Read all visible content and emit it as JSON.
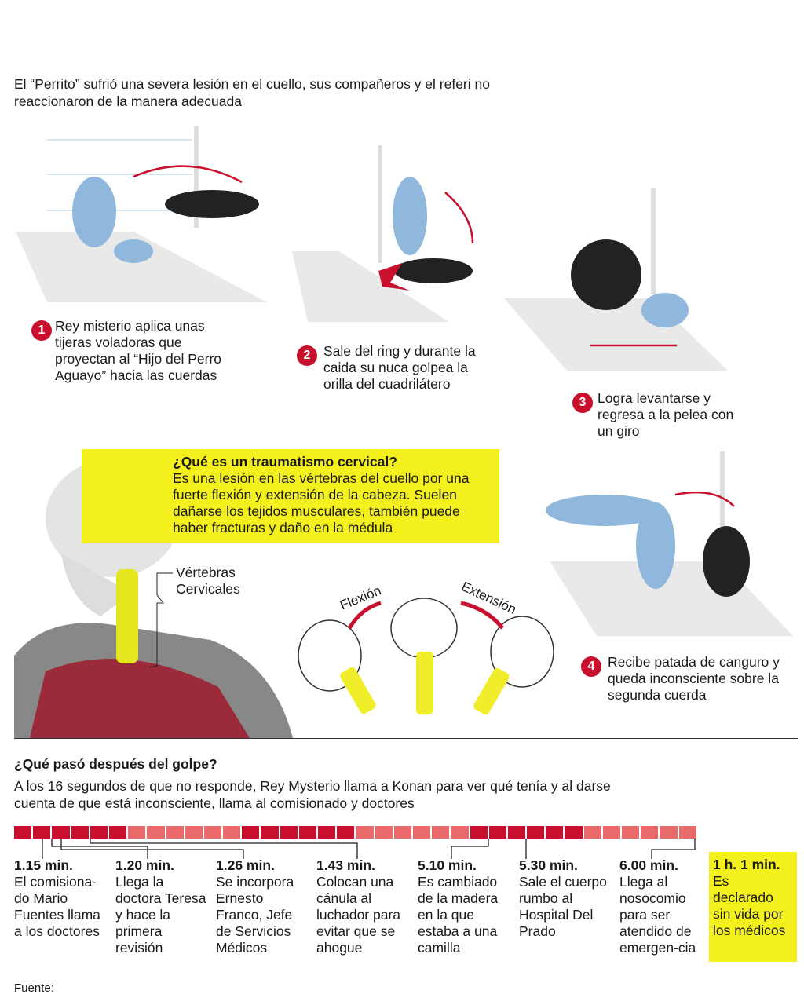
{
  "intro": "El “Perrito” sufrió una severa lesión en el cuello, sus compañeros y el referi no reaccionaron de la manera adecuada",
  "steps": [
    {
      "n": "1",
      "text": "Rey misterio aplica unas tijeras voladoras que proyectan al “Hijo del Perro Aguayo” hacia las cuerdas"
    },
    {
      "n": "2",
      "text": "Sale del ring y durante la caida su nuca golpea la orilla del cuadrilátero"
    },
    {
      "n": "3",
      "text": "Logra levantarse y regresa a la pelea con un giro"
    },
    {
      "n": "4",
      "text": "Recibe patada de canguro y queda inconsciente sobre la segunda cuerda"
    }
  ],
  "question": {
    "title": "¿Qué es un traumatismo cervical?",
    "body": "Es una lesión en las vértebras del cuello por una fuerte flexión y extensión de la cabeza. Suelen dañarse los tejidos musculares, también puede haber fracturas y daño en la médula"
  },
  "labels": {
    "vertebras": "Vértebras Cervicales",
    "flexion": "Flexión",
    "extension": "Extensión"
  },
  "after": {
    "title": "¿Qué pasó después del golpe?",
    "subtitle": "A los 16 segundos de que no responde, Rey Mysterio llama a Konan para ver qué tenía y al darse cuenta de que está inconsciente, llama al comisionado y doctores"
  },
  "timeline": [
    {
      "time": "1.15 min.",
      "text": "El comisiona-do Mario Fuentes llama a los doctores"
    },
    {
      "time": "1.20 min.",
      "text": "Llega la doctora Teresa y hace la primera revisión"
    },
    {
      "time": "1.26 min.",
      "text": "Se incorpora Ernesto Franco, Jefe de Servicios Médicos"
    },
    {
      "time": "1.43 min.",
      "text": "Colocan una cánula al luchador para evitar que se ahogue"
    },
    {
      "time": "5.10 min.",
      "text": "Es cambiado de la madera en la que estaba a una camilla"
    },
    {
      "time": "5.30 min.",
      "text": "Sale el cuerpo rumbo al Hospital Del Prado"
    },
    {
      "time": "6.00 min.",
      "text": "Llega al nosocomio para ser atendido de emergen-cia"
    },
    {
      "time": "1 h. 1 min.",
      "text": "Es declarado sin vida por los médicos"
    }
  ],
  "source": "Fuente:",
  "colors": {
    "dark": "#c8102e",
    "light": "#e86a6a",
    "yellow": "#f4f01e",
    "wrestler_blue": "#8fb8dc"
  }
}
